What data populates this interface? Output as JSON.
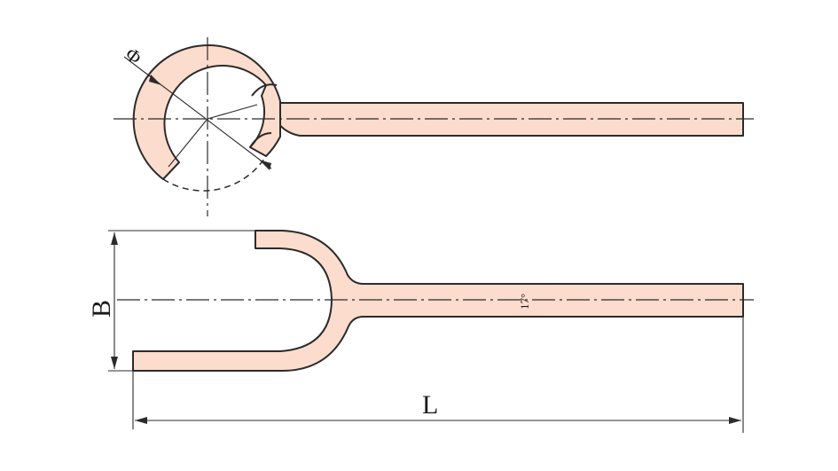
{
  "drawing": {
    "labels": {
      "diameter_symbol": "Φ",
      "width_label": "B",
      "length_label": "L",
      "angle_label": "17°"
    },
    "colors": {
      "part_fill": "#fcdccc",
      "line": "#2b2b2b"
    }
  }
}
